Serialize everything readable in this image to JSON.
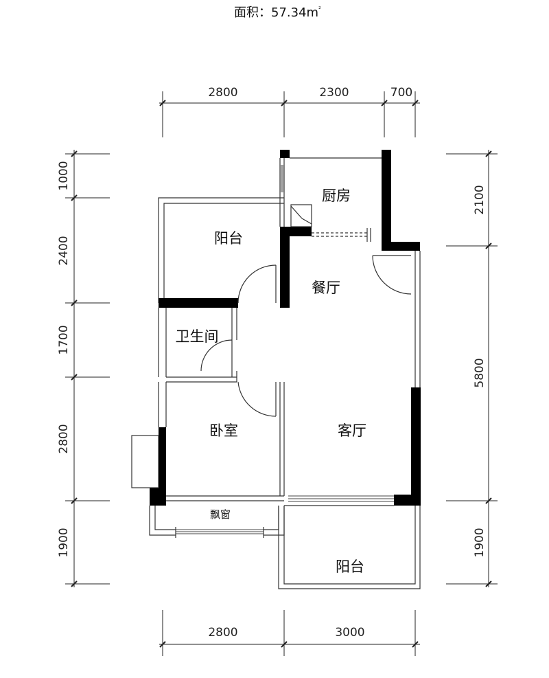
{
  "title": {
    "prefix": "面积：57.34m",
    "sup": "²"
  },
  "rooms": {
    "kitchen": "厨房",
    "balcony_top": "阳台",
    "dining": "餐厅",
    "bathroom": "卫生间",
    "bedroom": "卧室",
    "living": "客厅",
    "bay_window": "飘窗",
    "balcony_bottom": "阳台"
  },
  "dimensions": {
    "top": [
      "2800",
      "2300",
      "700"
    ],
    "bottom": [
      "2800",
      "3000"
    ],
    "left": [
      "1000",
      "2400",
      "1700",
      "2800",
      "1900"
    ],
    "right": [
      "2100",
      "5800",
      "1900"
    ]
  }
}
